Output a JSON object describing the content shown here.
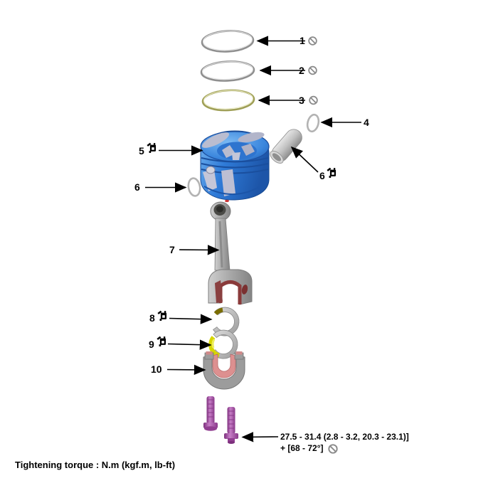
{
  "figure": {
    "type": "exploded-parts-diagram",
    "background": "#ffffff",
    "footer_note": "Tightening torque : N.m (kgf.m, lb-ft)"
  },
  "callouts": [
    {
      "number": "1",
      "icons": [
        "do-not-reuse"
      ]
    },
    {
      "number": "2",
      "icons": [
        "do-not-reuse"
      ]
    },
    {
      "number": "3",
      "icons": [
        "do-not-reuse"
      ]
    },
    {
      "number": "4",
      "icons": []
    },
    {
      "number": "5",
      "icons": [
        "apply-oil"
      ]
    },
    {
      "number": "6",
      "icons": [
        "apply-oil"
      ]
    },
    {
      "number": "6",
      "icons": []
    },
    {
      "number": "7",
      "icons": []
    },
    {
      "number": "8",
      "icons": [
        "apply-oil"
      ]
    },
    {
      "number": "9",
      "icons": [
        "apply-oil"
      ]
    },
    {
      "number": "10",
      "icons": []
    }
  ],
  "torque_callout": {
    "line1": "27.5 - 31.4 (2.8 - 3.2, 20.3 - 23.1)]",
    "line2": "+ [68 - 72°]",
    "icons": [
      "do-not-reuse"
    ]
  },
  "icons": {
    "do_not_reuse": "prohibition-circle-slash",
    "apply_oil": "oil-applicator-can"
  },
  "colors": {
    "piston_blue": "#2f7bd8",
    "ring_gray": "#9a9a9a",
    "oil_ring_yellow": "#a9a95a",
    "bearing_yellow": "#d6d600",
    "bearing_olive": "#7a6d00",
    "cap_lining_pink": "#dd9090",
    "rod_gray": "#a8a8a8",
    "rod_red_lining": "#8a3a3a",
    "bolt_purple": "#a64ca6",
    "prohibition_gray": "#8a8a8a",
    "label_black": "#111111"
  }
}
